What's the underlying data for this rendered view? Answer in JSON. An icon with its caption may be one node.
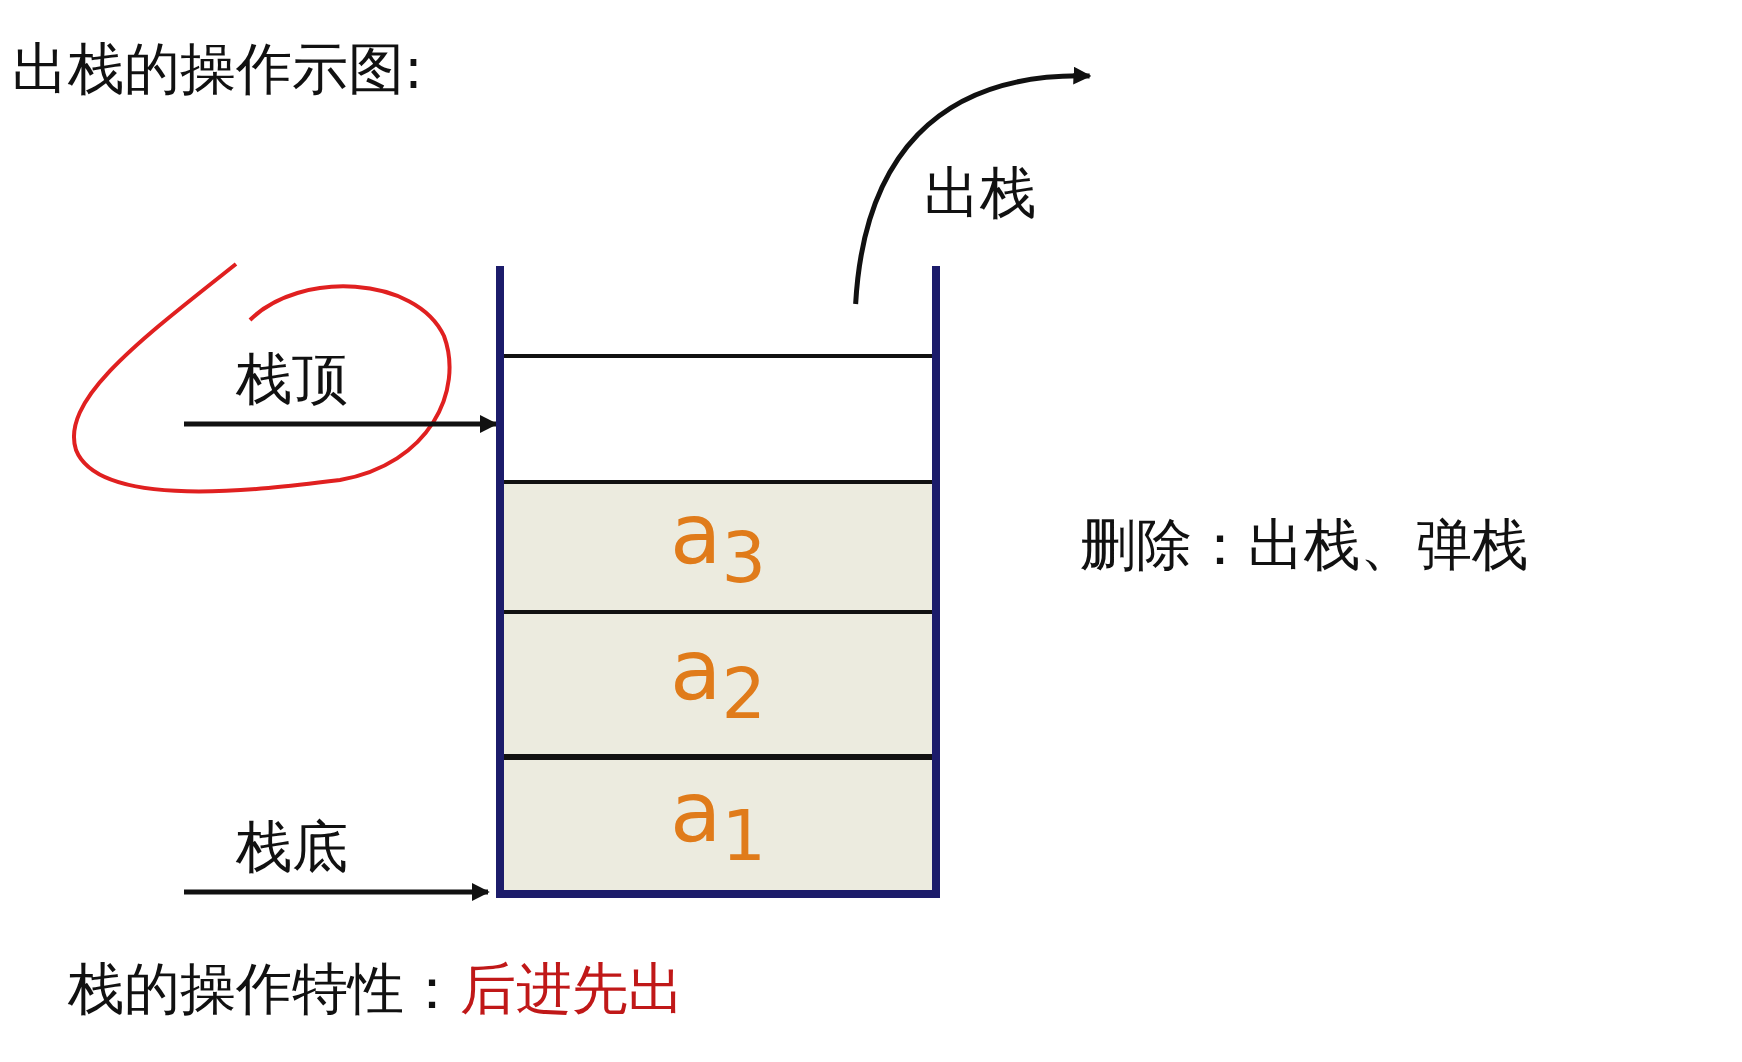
{
  "diagram": {
    "title": "出栈的操作示图:",
    "nodes": [
      {
        "text": [],
        "shape": "box"
      },
      {
        "text": [],
        "shape": "box",
        "in": 0
      },
      {
        "text": [
          "a$_{3}$"
        ],
        "in": 0
      },
      {
        "text": [
          "a$_{2}$"
        ],
        "in": 0
      },
      {
        "text": [
          "a$_{1}$"
        ],
        "in": 0
      },
      {
        "text": [
          "栈顶"
        ]
      },
      {
        "text": [
          "栈底"
        ]
      }
    ],
    "edges": [
      {
        "from": 5,
        "to": 1,
        "arrow": "to"
      },
      {
        "from": 6,
        "to": 0,
        "arrow": "to"
      },
      {
        "from": 0,
        "to": null,
        "arrow": "to",
        "label": "出栈"
      }
    ],
    "labels": [
      "删除：出栈、弹栈",
      "栈的操作特性：",
      "后进先出"
    ]
  }
}
